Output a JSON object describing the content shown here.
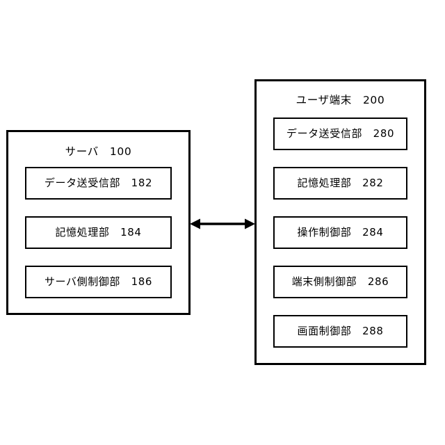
{
  "diagram": {
    "type": "block-diagram",
    "background_color": "#ffffff",
    "line_color": "#000000",
    "nodes": [
      {
        "id": "server",
        "title": "サーバ　100",
        "reference_number": "100",
        "modules": [
          {
            "label": "データ送受信部　182",
            "reference_number": "182"
          },
          {
            "label": "記憶処理部　184",
            "reference_number": "184"
          },
          {
            "label": "サーバ側制御部　186",
            "reference_number": "186"
          }
        ]
      },
      {
        "id": "terminal",
        "title": "ユーザ端末　200",
        "reference_number": "200",
        "modules": [
          {
            "label": "データ送受信部　280",
            "reference_number": "280"
          },
          {
            "label": "記憶処理部　282",
            "reference_number": "282"
          },
          {
            "label": "操作制御部　284",
            "reference_number": "284"
          },
          {
            "label": "端末側制御部　286",
            "reference_number": "286"
          },
          {
            "label": "画面制御部　288",
            "reference_number": "288"
          }
        ]
      }
    ],
    "connector": {
      "icon": "double-arrow-icon",
      "from": "server",
      "to": "terminal",
      "direction": "bidirectional"
    }
  }
}
